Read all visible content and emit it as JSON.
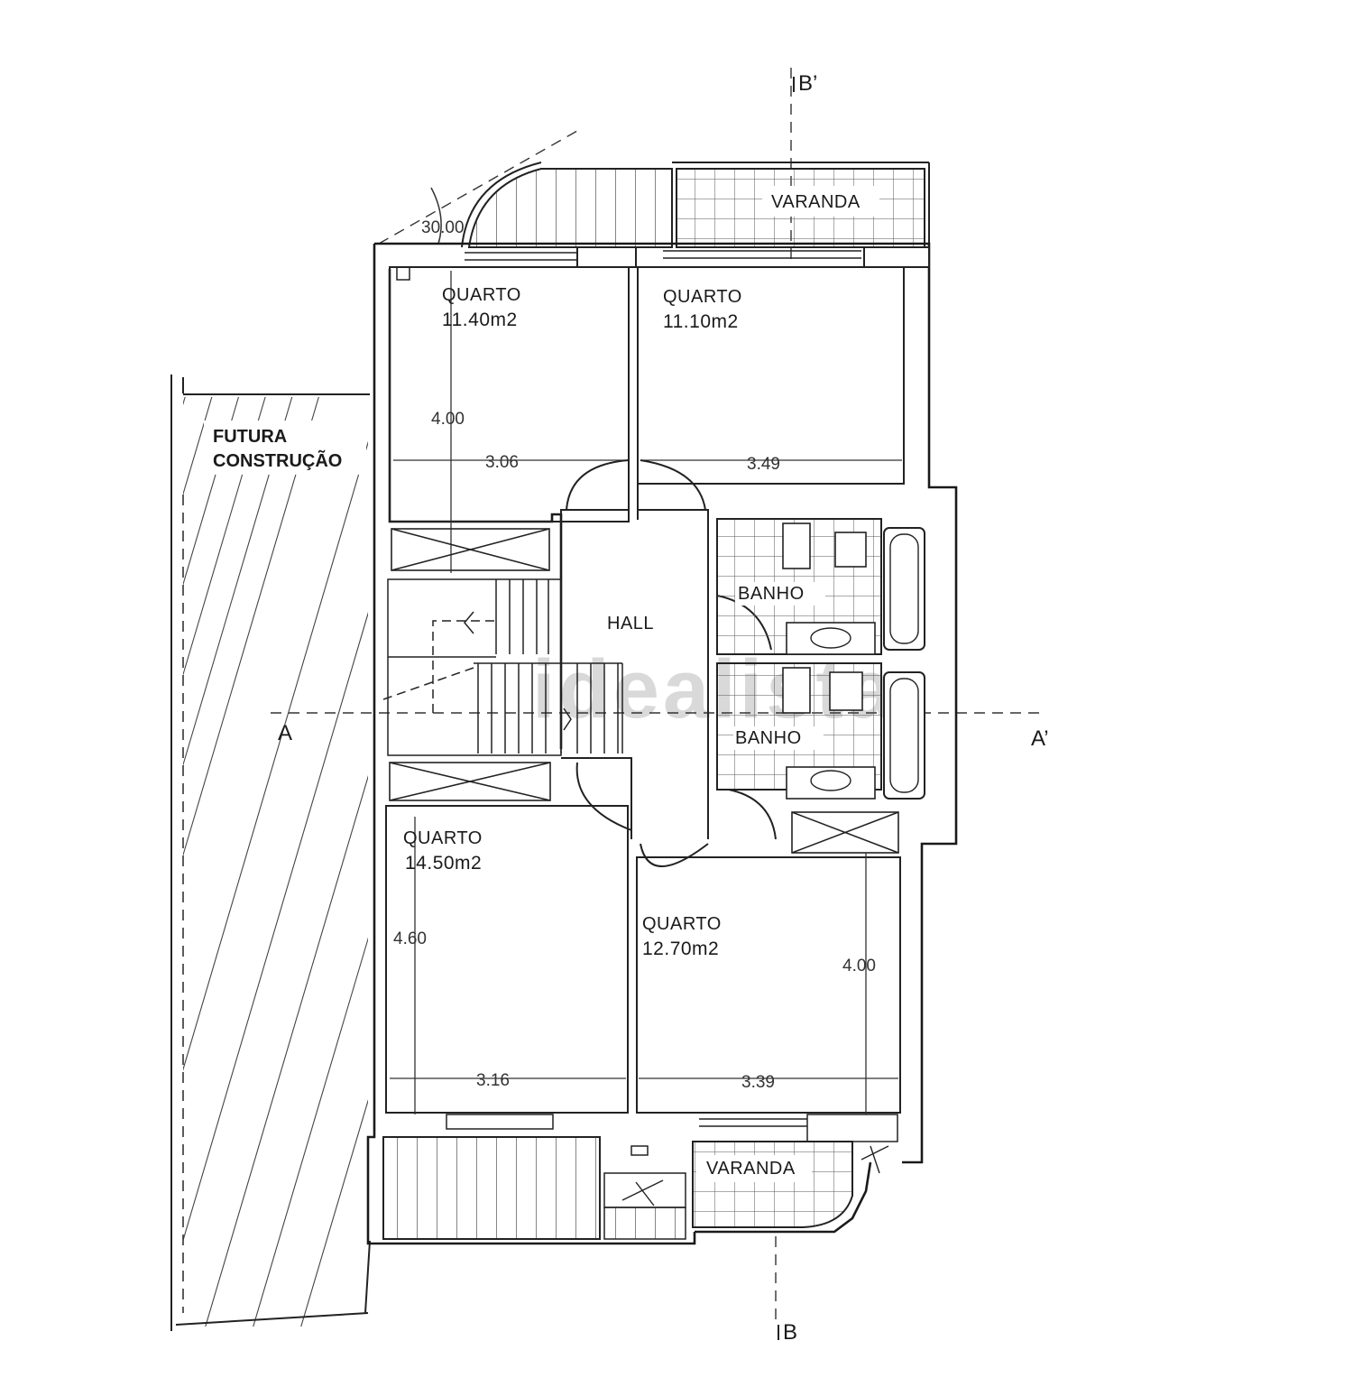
{
  "rooms": {
    "quarto_tl": {
      "name": "QUARTO",
      "area": "11.40m2",
      "dim_h": "3.06",
      "dim_v": "4.00"
    },
    "quarto_tr": {
      "name": "QUARTO",
      "area": "11.10m2",
      "dim_h": "3.49"
    },
    "quarto_bl": {
      "name": "QUARTO",
      "area": "14.50m2",
      "dim_h": "3.16",
      "dim_v": "4.60"
    },
    "quarto_br": {
      "name": "QUARTO",
      "area": "12.70m2",
      "dim_h": "3.39",
      "dim_v": "4.00"
    },
    "hall": {
      "name": "HALL"
    },
    "banho_upper": {
      "name": "BANHO"
    },
    "banho_lower": {
      "name": "BANHO"
    },
    "varanda_top": {
      "name": "VARANDA"
    },
    "varanda_bottom": {
      "name": "VARANDA"
    }
  },
  "future_construction": {
    "line1": "FUTURA",
    "line2": "CONSTRUÇÃO"
  },
  "angle_label": "30.00",
  "sections": {
    "a": "A",
    "a_prime": "A’",
    "b": "B",
    "b_prime": "B’"
  },
  "watermark": "idealista"
}
